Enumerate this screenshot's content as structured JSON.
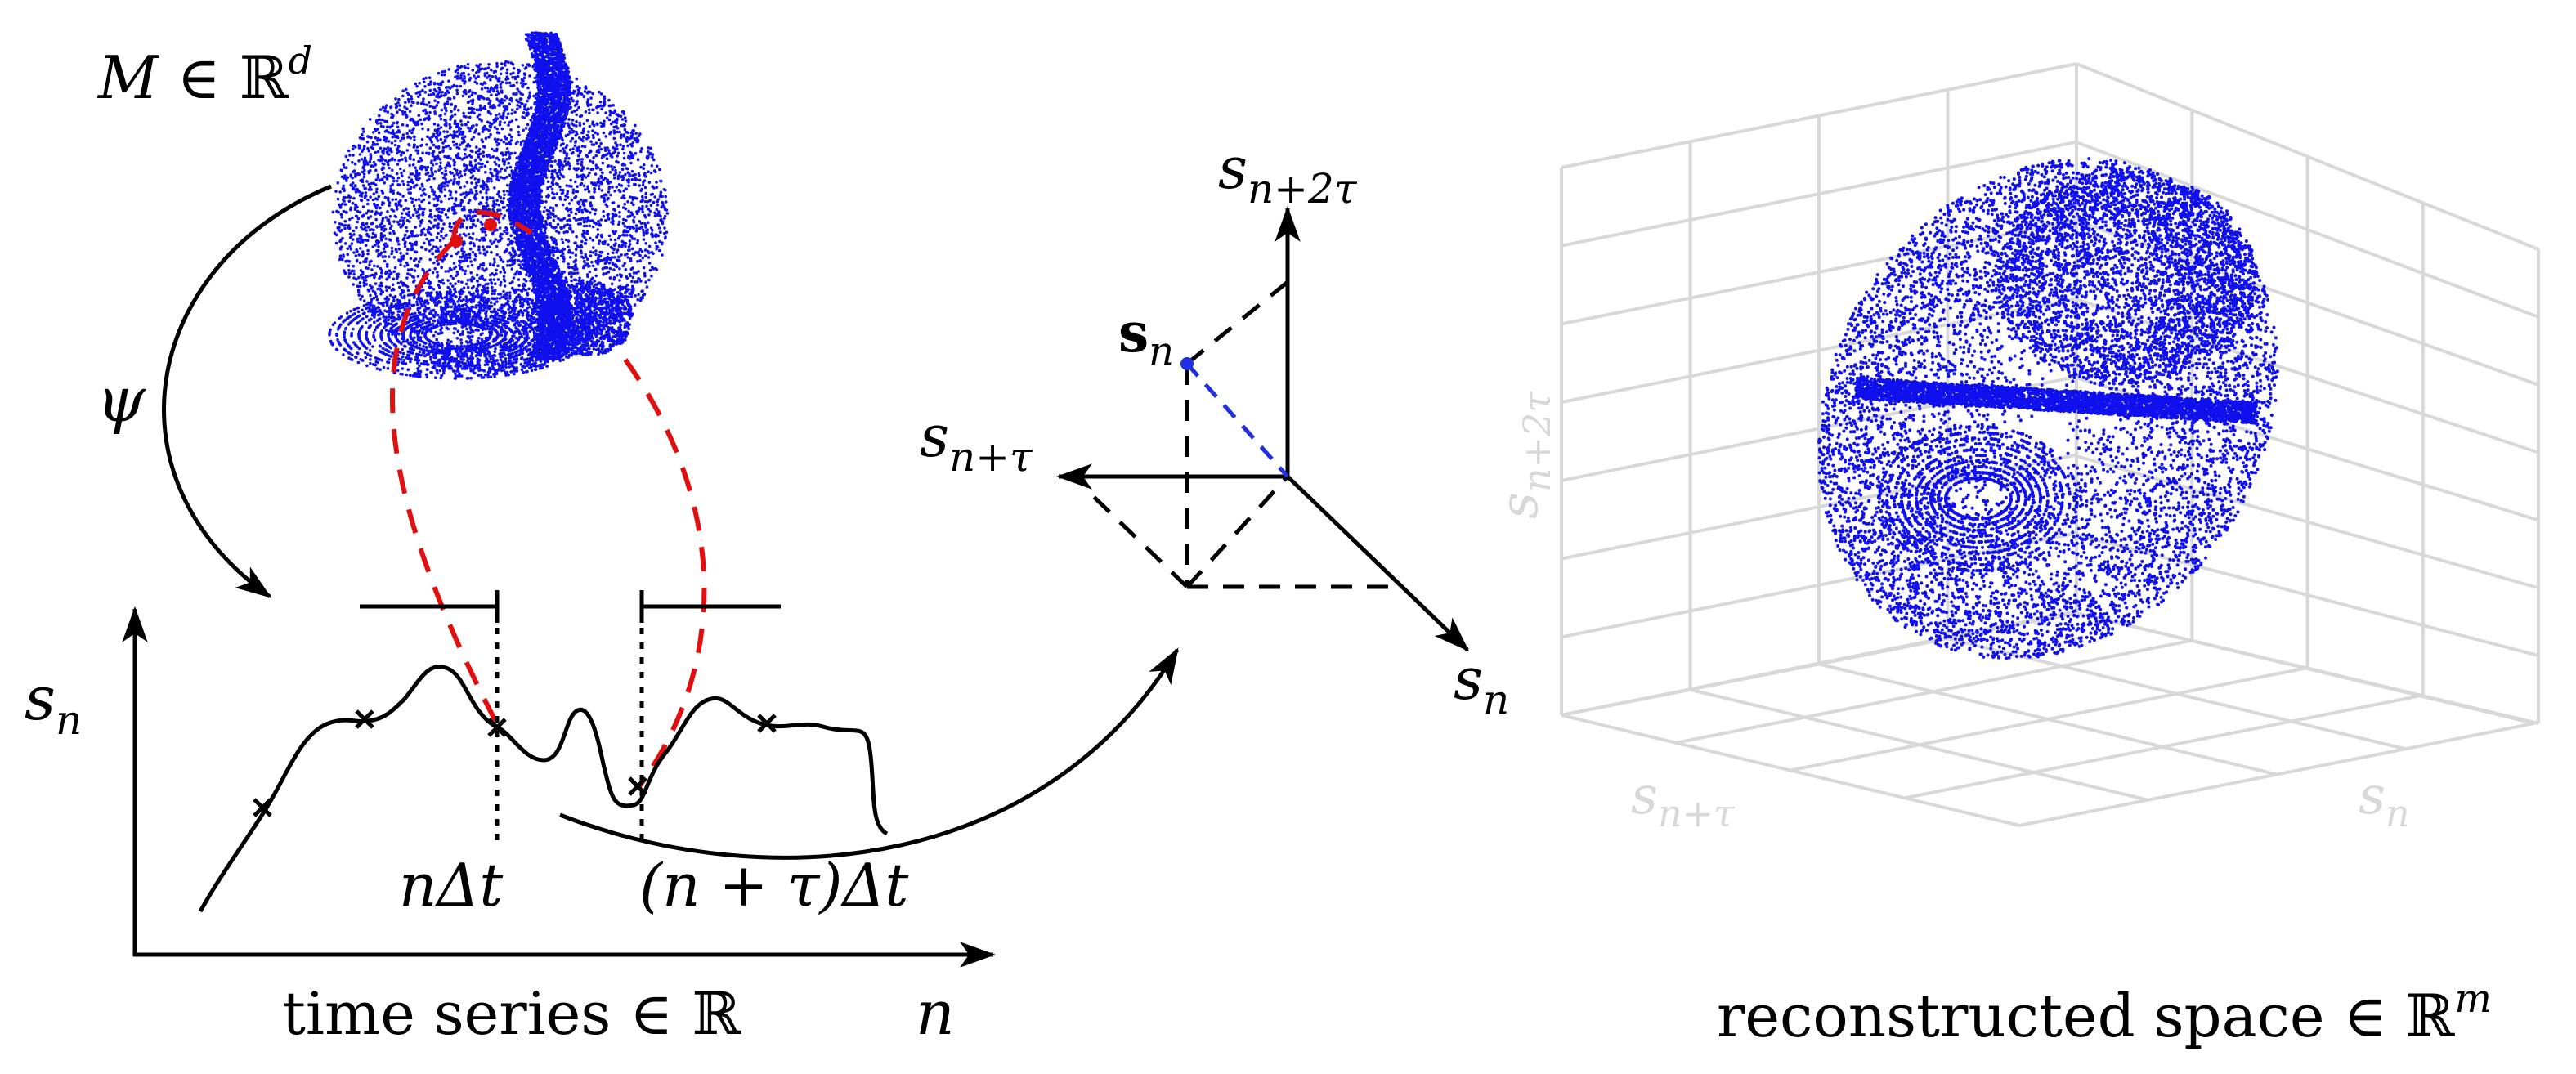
{
  "manifold": {
    "label_main": "M",
    "label_rel": " ∈ ℝ",
    "label_sup": "d"
  },
  "map": {
    "label": "ψ"
  },
  "time_series": {
    "yaxis_label_main": "s",
    "yaxis_label_sub": "n",
    "xaxis_label": "n",
    "caption": "time series ∈ ℝ",
    "tick1_label": "nΔt",
    "tick2_label": "(n + τ)Δt"
  },
  "embedding_axes": {
    "up_label_main": "s",
    "up_label_sub": "n+2τ",
    "left_label_main": "s",
    "left_label_sub": "n+τ",
    "down_label_main": "s",
    "down_label_sub": "n",
    "point_label_main": "s",
    "point_label_sub": "n"
  },
  "reconstruction": {
    "zaxis_label_main": "s",
    "zaxis_label_sub": "n+2τ",
    "xaxis_label_main": "s",
    "xaxis_label_sub": "n+τ",
    "yaxis_label_main": "s",
    "yaxis_label_sub": "n",
    "caption_main": "reconstructed space ∈ ℝ",
    "caption_sup": "m"
  },
  "colors": {
    "attractor": "#1010ee",
    "dashed_link": "#e01010",
    "embed_dash": "#2030e0",
    "box_grid": "#d8d8d8",
    "ink": "#000000"
  }
}
